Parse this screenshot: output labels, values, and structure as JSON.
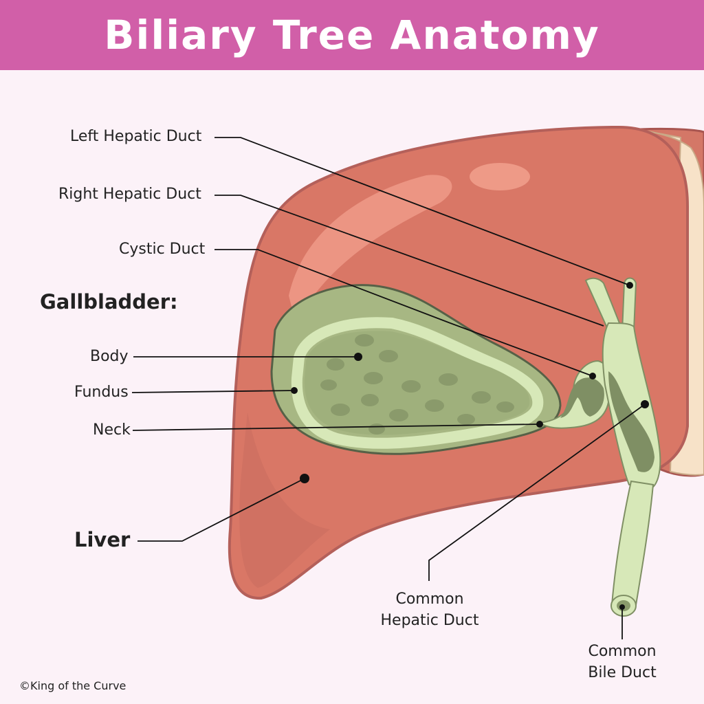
{
  "title": "Biliary Tree Anatomy",
  "labels": {
    "left_hepatic_duct": "Left Hepatic Duct",
    "right_hepatic_duct": "Right Hepatic Duct",
    "cystic_duct": "Cystic Duct",
    "gallbladder_heading": "Gallbladder:",
    "body": "Body",
    "fundus": "Fundus",
    "neck": "Neck",
    "liver": "Liver",
    "common_hepatic_duct_line1": "Common",
    "common_hepatic_duct_line2": "Hepatic Duct",
    "common_bile_duct_line1": "Common",
    "common_bile_duct_line2": "Bile Duct"
  },
  "credit": "©King of the Curve",
  "colors": {
    "banner": "#d15fa8",
    "background": "#fcf2f8",
    "liver": "#d97766",
    "liver_highlight": "#ee9a88",
    "gallbladder": "#a7b783",
    "gallbladder_lining": "#d7e8b8",
    "duct": "#d7e8b8",
    "duct_dark": "#7f8f64"
  }
}
